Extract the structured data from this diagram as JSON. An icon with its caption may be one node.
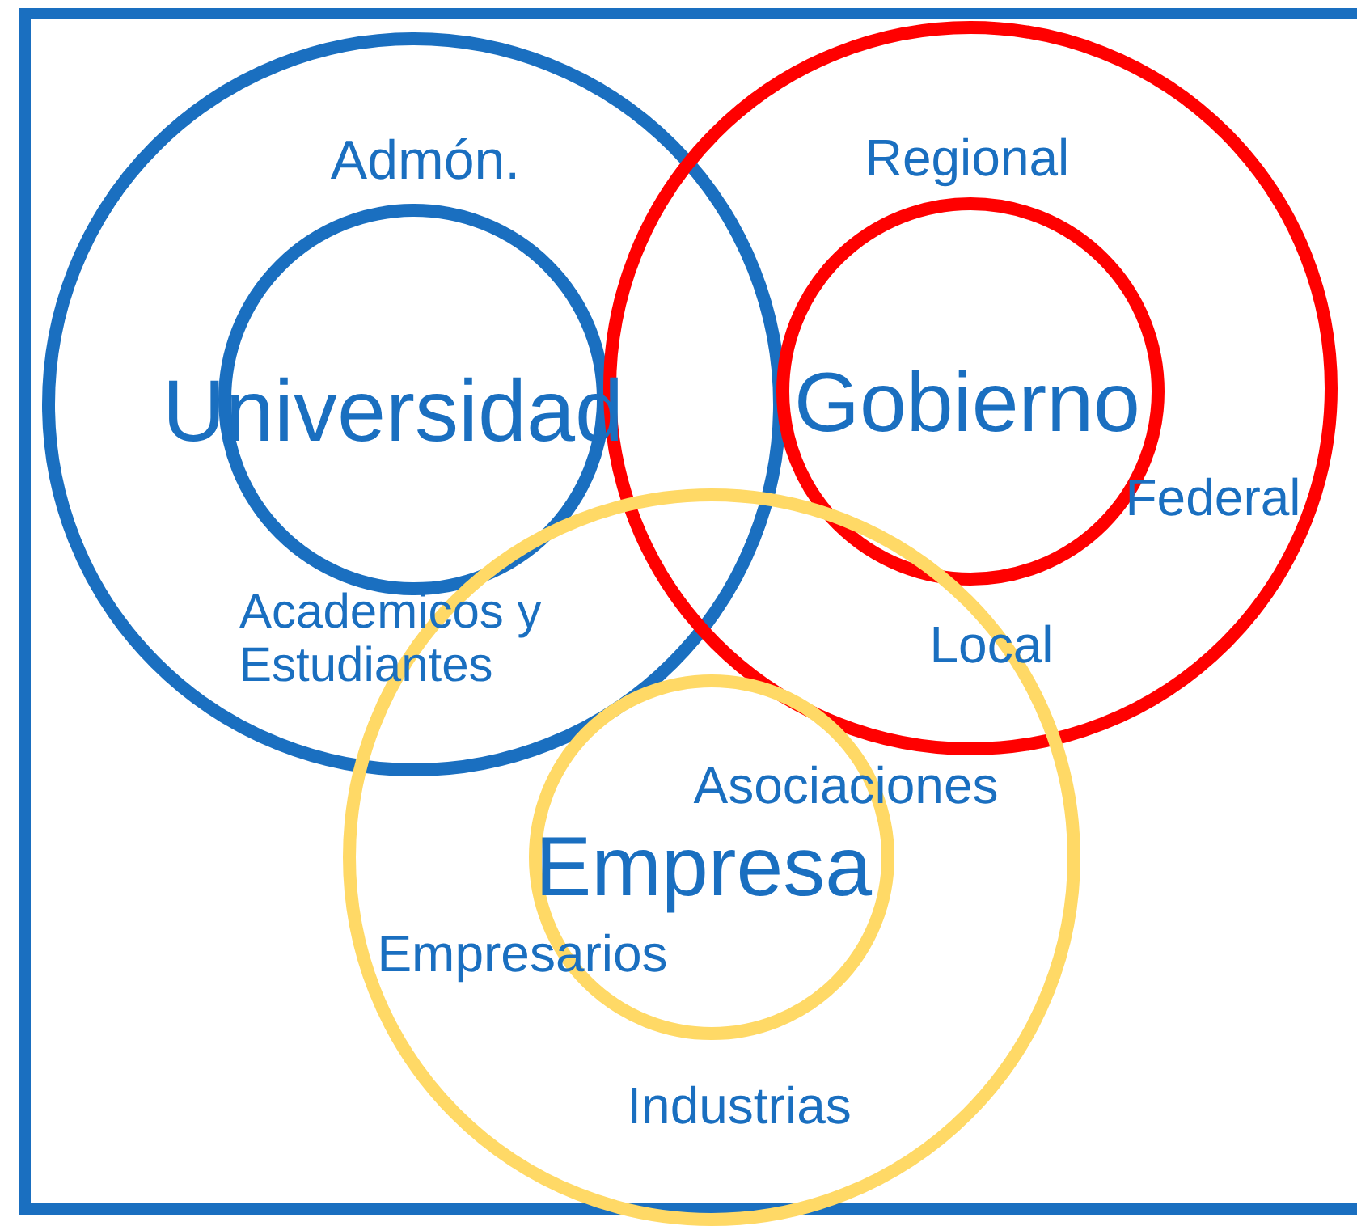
{
  "diagram": {
    "nodes": [
      {
        "text": [
          "Admón.",
          "Academicos y Estudiantes"
        ]
      },
      {
        "text": [
          "Universidad"
        ],
        "in": 0
      },
      {
        "text": [
          "Regional",
          "Federal",
          "Local"
        ]
      },
      {
        "text": [
          "Gobierno"
        ],
        "in": 2
      },
      {
        "text": [
          "Empresarios",
          "Industrias"
        ]
      },
      {
        "text": [
          "Asociaciones",
          "Empresa"
        ],
        "in": 4
      }
    ],
    "edges": []
  }
}
